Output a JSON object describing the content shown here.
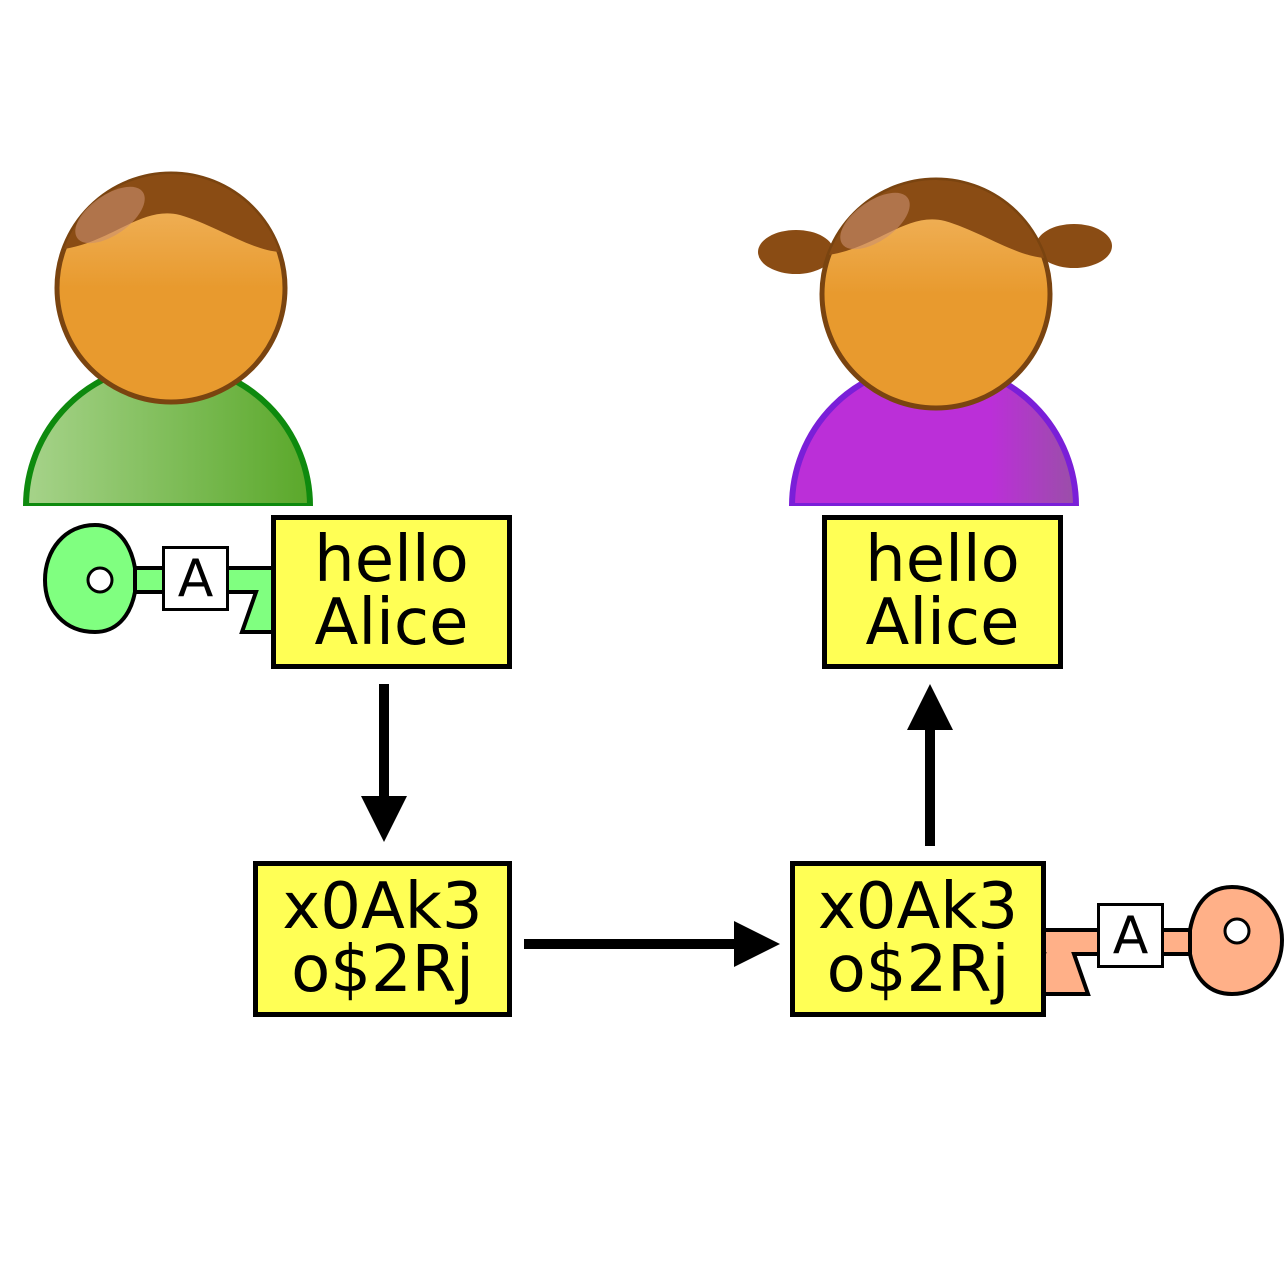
{
  "plaintext_sender": {
    "line1": "hello",
    "line2": "Alice"
  },
  "plaintext_receiver": {
    "line1": "hello",
    "line2": "Alice"
  },
  "ciphertext_sent": {
    "line1": "x0Ak3",
    "line2": "o$2Rj"
  },
  "ciphertext_received": {
    "line1": "x0Ak3",
    "line2": "o$2Rj"
  },
  "key_encrypt": {
    "label": "A",
    "icon": "key-icon",
    "color": "#80ff80"
  },
  "key_decrypt": {
    "label": "A",
    "icon": "key-icon",
    "color": "#ffb088"
  },
  "people": {
    "sender": {
      "icon": "boy-user-icon",
      "shirt_color": "#5aa82a"
    },
    "receiver": {
      "icon": "girl-user-icon",
      "shirt_color": "#bb2fd8"
    }
  }
}
